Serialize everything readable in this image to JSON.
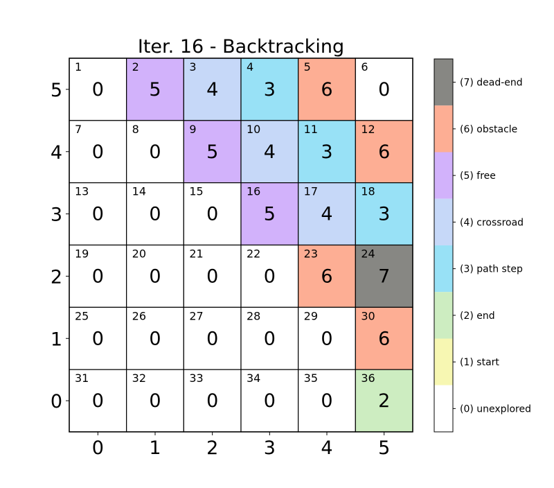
{
  "chart_data": {
    "type": "heatmap",
    "title": "Iter. 16 - Backtracking",
    "xlabel": "",
    "ylabel": "",
    "x_ticks": [
      "0",
      "1",
      "2",
      "3",
      "4",
      "5"
    ],
    "y_ticks": [
      "5",
      "4",
      "3",
      "2",
      "1",
      "0"
    ],
    "grid": [
      [
        0,
        5,
        4,
        3,
        6,
        0
      ],
      [
        0,
        0,
        5,
        4,
        3,
        6
      ],
      [
        0,
        0,
        0,
        5,
        4,
        3
      ],
      [
        0,
        0,
        0,
        0,
        6,
        7
      ],
      [
        0,
        0,
        0,
        0,
        0,
        6
      ],
      [
        0,
        0,
        0,
        0,
        0,
        2
      ]
    ],
    "cell_ids": [
      [
        1,
        2,
        3,
        4,
        5,
        6
      ],
      [
        7,
        8,
        9,
        10,
        11,
        12
      ],
      [
        13,
        14,
        15,
        16,
        17,
        18
      ],
      [
        19,
        20,
        21,
        22,
        23,
        24
      ],
      [
        25,
        26,
        27,
        28,
        29,
        30
      ],
      [
        31,
        32,
        33,
        34,
        35,
        36
      ]
    ],
    "colors": {
      "0": "#ffffff",
      "1": "#f7f7b2",
      "2": "#cdedc1",
      "3": "#98e1f6",
      "4": "#c6d8f8",
      "5": "#d2b2fb",
      "6": "#fdae94",
      "7": "#878783"
    },
    "legend": {
      "placement": "right",
      "entries": [
        {
          "value": 7,
          "label": "(7) dead-end"
        },
        {
          "value": 6,
          "label": "(6) obstacle"
        },
        {
          "value": 5,
          "label": "(5) free"
        },
        {
          "value": 4,
          "label": "(4) crossroad"
        },
        {
          "value": 3,
          "label": "(3) path step"
        },
        {
          "value": 2,
          "label": "(2) end"
        },
        {
          "value": 1,
          "label": "(1) start"
        },
        {
          "value": 0,
          "label": "(0) unexplored"
        }
      ]
    }
  }
}
